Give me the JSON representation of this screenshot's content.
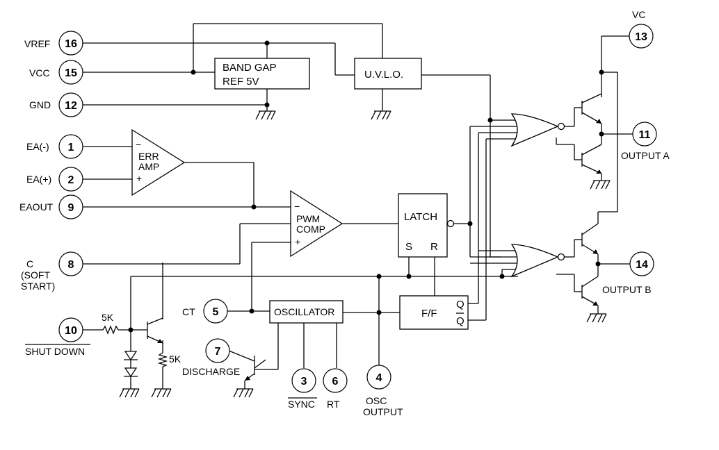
{
  "pins": [
    {
      "id": "pin-16",
      "number": "16",
      "label": "VREF"
    },
    {
      "id": "pin-15",
      "number": "15",
      "label": "VCC"
    },
    {
      "id": "pin-12",
      "number": "12",
      "label": "GND"
    },
    {
      "id": "pin-1",
      "number": "1",
      "label": "EA(-)"
    },
    {
      "id": "pin-2",
      "number": "2",
      "label": "EA(+)"
    },
    {
      "id": "pin-9",
      "number": "9",
      "label": "EAOUT"
    },
    {
      "id": "pin-8",
      "number": "8",
      "label_lines": [
        "C",
        "(SOFT",
        "START)"
      ]
    },
    {
      "id": "pin-10",
      "number": "10",
      "label": "SHUT DOWN"
    },
    {
      "id": "pin-5",
      "number": "5",
      "label": "CT"
    },
    {
      "id": "pin-7",
      "number": "7",
      "label": "DISCHARGE"
    },
    {
      "id": "pin-3",
      "number": "3",
      "label": "SYNC"
    },
    {
      "id": "pin-6",
      "number": "6",
      "label": "RT"
    },
    {
      "id": "pin-4",
      "number": "4",
      "label_lines": [
        "OSC",
        "OUTPUT"
      ]
    },
    {
      "id": "pin-13",
      "number": "13",
      "label": "VC"
    },
    {
      "id": "pin-11",
      "number": "11",
      "label": "OUTPUT A"
    },
    {
      "id": "pin-14",
      "number": "14",
      "label": "OUTPUT B"
    }
  ],
  "blocks": {
    "bandgap": [
      "BAND GAP",
      "REF 5V"
    ],
    "uvlo": "U.V.L.O.",
    "err_amp": [
      "ERR",
      "AMP"
    ],
    "pwm_comp": [
      "PWM",
      "COMP"
    ],
    "latch": "LATCH",
    "latch_s": "S",
    "latch_r": "R",
    "oscillator": "OSCILLATOR",
    "flipflop": "F/F",
    "ff_q": "Q",
    "ff_qbar": "Q"
  },
  "signs": {
    "err_minus": "−",
    "err_plus": "+",
    "pwm_minus": "−",
    "pwm_plus": "+"
  },
  "resistors": {
    "shutdown_series": "5K",
    "shutdown_emitter": "5K"
  }
}
